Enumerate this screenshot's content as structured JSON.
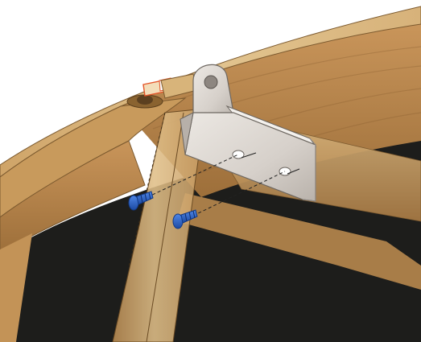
{
  "scene": {
    "type": "exploded-assembly-view",
    "parts": [
      {
        "id": "hoop",
        "kind": "curved-wooden-ring",
        "material": "oak"
      },
      {
        "id": "leg",
        "kind": "wooden-leg-strut",
        "material": "oak"
      },
      {
        "id": "cross-rail",
        "kind": "wooden-rail-behind-bracket",
        "material": "oak"
      },
      {
        "id": "bracket",
        "kind": "l-shaped-steel-mounting-plate",
        "holes": 3
      },
      {
        "id": "screws",
        "kind": "countersunk-screw",
        "count": 2,
        "color": "#2a62c9"
      },
      {
        "id": "slot-fitting",
        "kind": "keyhole-slot-in-ring"
      },
      {
        "id": "tab-highlight",
        "kind": "highlighted-edge",
        "color": "#e4562a"
      }
    ],
    "assembly_lines": "dashed",
    "colors": {
      "background": "#ffffff",
      "oak_light": "#e2c48f",
      "oak_mid": "#c89a5c",
      "oak_dark": "#9d6f3a",
      "steel": "#d9d4cf",
      "interior": "#1d1d1b",
      "screw_blue": "#2a62c9",
      "highlight": "#e4562a"
    }
  }
}
